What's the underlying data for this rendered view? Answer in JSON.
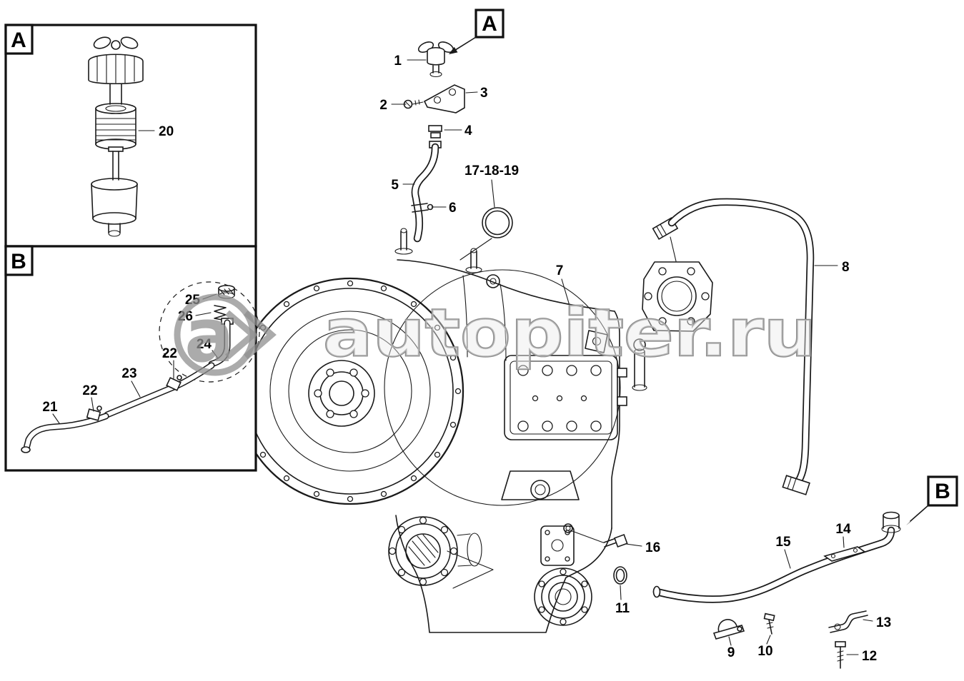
{
  "diagram": {
    "watermark": {
      "text": "autopiter.ru",
      "logo_letter": "a"
    },
    "inset_a": {
      "label": "A",
      "callouts": {
        "p20": "20"
      }
    },
    "inset_b": {
      "label": "B",
      "callouts": {
        "p21": "21",
        "p22_first": "22",
        "p22_second": "22",
        "p23": "23",
        "p24": "24",
        "p25": "25",
        "p26": "26"
      }
    },
    "ref_a": {
      "label": "A"
    },
    "ref_b": {
      "label": "B"
    },
    "callouts": {
      "p1": "1",
      "p2": "2",
      "p3": "3",
      "p4": "4",
      "p5": "5",
      "p6": "6",
      "p7": "7",
      "p8": "8",
      "p9": "9",
      "p10": "10",
      "p11": "11",
      "p12": "12",
      "p13": "13",
      "p14": "14",
      "p15": "15",
      "p16": "16",
      "p17_18_19": "17-18-19"
    },
    "colors": {
      "line": "#1a1a1a",
      "watermark": "#8f8f8f",
      "background": "#ffffff"
    }
  }
}
